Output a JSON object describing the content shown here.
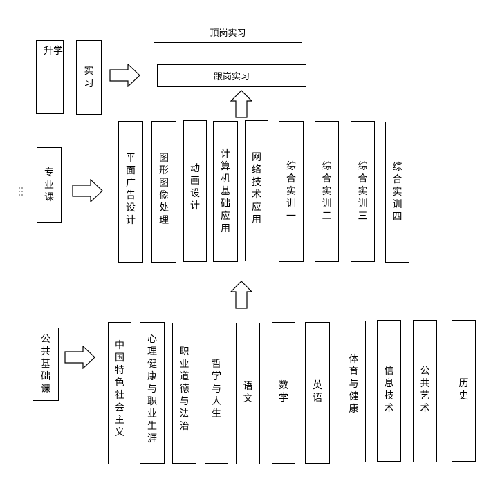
{
  "diagram": {
    "top": {
      "dinggang": "顶岗实习",
      "gengang": "跟岗实习"
    },
    "left_labels": {
      "shengxue": "升学",
      "shixi": "实习",
      "zhuanye": "专业课",
      "gonggong": "公共基础课"
    },
    "professional_courses": [
      "平面广告设计",
      "图形图像处理",
      "动画设计",
      "计算机基础应用",
      "网络技术应用",
      "综合实训一",
      "综合实训二",
      "综合实训三",
      "综合实训四"
    ],
    "public_courses": [
      "中国特色社会主义",
      "心理健康与职业生涯",
      "职业道德与法治",
      "哲学与人生",
      "语文",
      "数学",
      "英语",
      "体育与健康",
      "信息技术",
      "公共艺术",
      "历史"
    ]
  }
}
